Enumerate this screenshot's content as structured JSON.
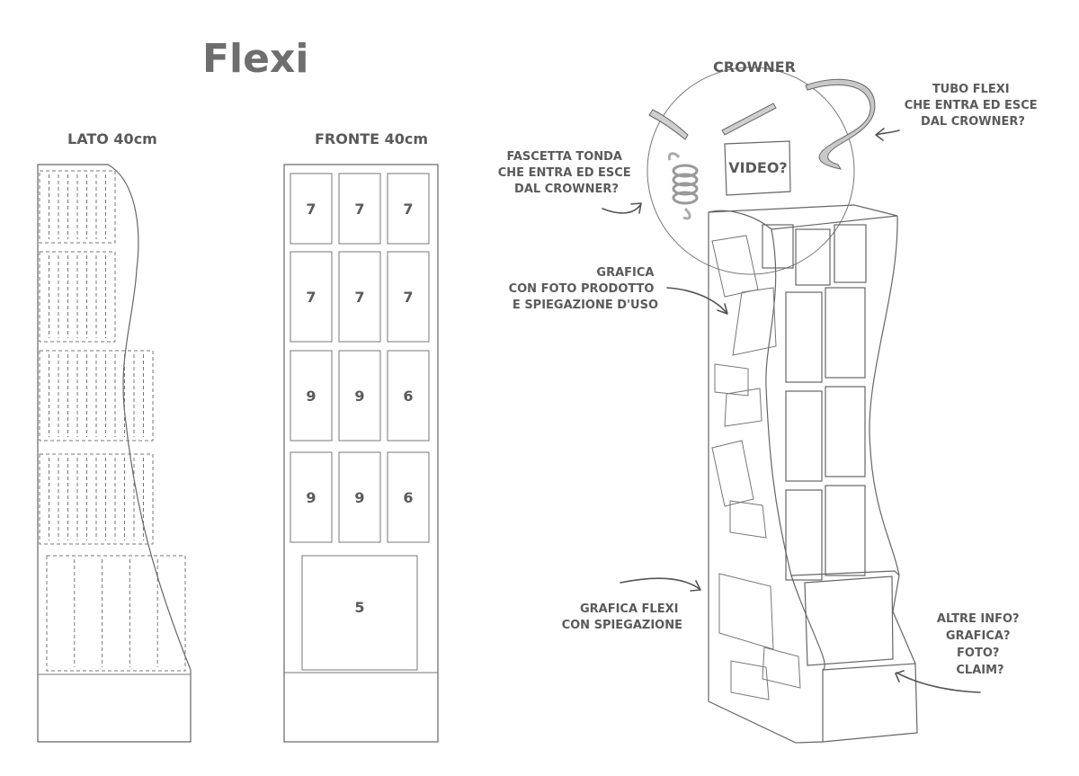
{
  "title": "Flexi",
  "side_view": {
    "label": "LATO 40cm"
  },
  "front_view": {
    "label": "FRONTE 40cm",
    "cells": [
      "7",
      "7",
      "7",
      "7",
      "7",
      "7",
      "9",
      "9",
      "6",
      "9",
      "9",
      "6"
    ],
    "bottom_cell": "5"
  },
  "sketch": {
    "crowner_label": "CROWNER",
    "video_label": "VIDEO?",
    "annotations": {
      "fascetta": [
        "FASCETTA TONDA",
        "CHE ENTRA ED ESCE",
        "DAL CROWNER?"
      ],
      "tubo": [
        "TUBO FLEXI",
        "CHE ENTRA ED ESCE",
        "DAL CROWNER?"
      ],
      "grafica_foto": [
        "GRAFICA",
        "CON FOTO PRODOTTO",
        "E SPIEGAZIONE D'USO"
      ],
      "grafica_flexi": [
        "GRAFICA FLEXI",
        "CON SPIEGAZIONE"
      ],
      "altre_info": [
        "ALTRE INFO?",
        "GRAFICA?",
        "FOTO?",
        "CLAIM?"
      ]
    }
  }
}
